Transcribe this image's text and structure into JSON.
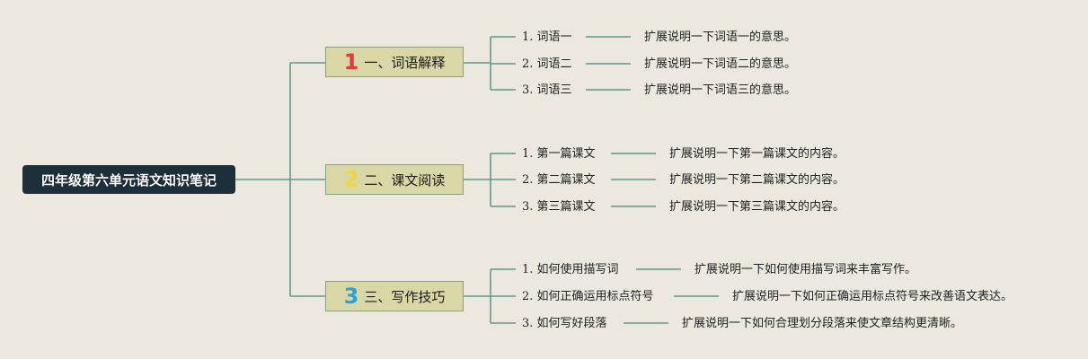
{
  "root": {
    "title": "四年级第六单元语文知识笔记"
  },
  "colors": {
    "line": "#5d9a88",
    "num1": "#e03a3e",
    "num2": "#f3d53b",
    "num3": "#2aa1d8"
  },
  "branches": [
    {
      "number": "1",
      "label": "一、词语解释",
      "items": [
        {
          "index": "1.",
          "text": "词语一",
          "desc": "扩展说明一下词语一的意思。"
        },
        {
          "index": "2.",
          "text": "词语二",
          "desc": "扩展说明一下词语二的意思。"
        },
        {
          "index": "3.",
          "text": "词语三",
          "desc": "扩展说明一下词语三的意思。"
        }
      ]
    },
    {
      "number": "2",
      "label": "二、课文阅读",
      "items": [
        {
          "index": "1.",
          "text": "第一篇课文",
          "desc": "扩展说明一下第一篇课文的内容。"
        },
        {
          "index": "2.",
          "text": "第二篇课文",
          "desc": "扩展说明一下第二篇课文的内容。"
        },
        {
          "index": "3.",
          "text": "第三篇课文",
          "desc": "扩展说明一下第三篇课文的内容。"
        }
      ]
    },
    {
      "number": "3",
      "label": "三、写作技巧",
      "items": [
        {
          "index": "1.",
          "text": "如何使用描写词",
          "desc": "扩展说明一下如何使用描写词来丰富写作。"
        },
        {
          "index": "2.",
          "text": "如何正确运用标点符号",
          "desc": "扩展说明一下如何正确运用标点符号来改善语文表达。"
        },
        {
          "index": "3.",
          "text": "如何写好段落",
          "desc": "扩展说明一下如何合理划分段落来使文章结构更清晰。"
        }
      ]
    }
  ]
}
